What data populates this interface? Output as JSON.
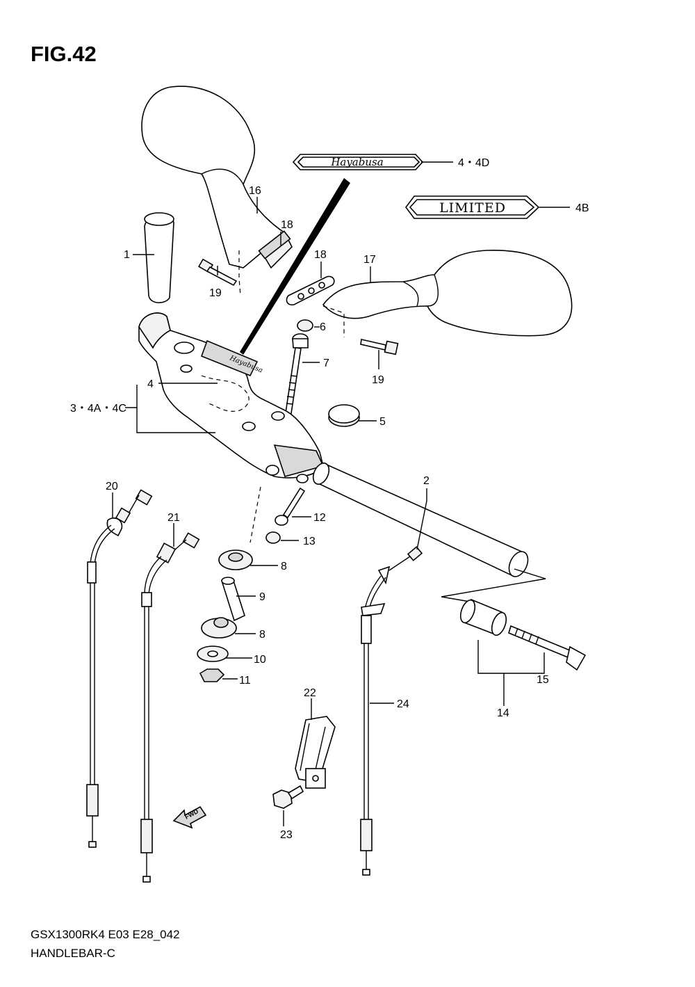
{
  "figure": {
    "title": "FIG.42",
    "model_code": "GSX1300RK4 E03 E28_042",
    "name": "HANDLEBAR-C"
  },
  "decals": {
    "hayabusa_text": "Hayabusa",
    "limited_text": "LIMITED"
  },
  "fwd_arrow": "FWD",
  "callouts": {
    "c1": "1",
    "c2": "2",
    "c3": "3・4A・4C",
    "c4": "4",
    "c4d": "4・4D",
    "c4b": "4B",
    "c5": "5",
    "c6": "6",
    "c7": "7",
    "c8a": "8",
    "c8b": "8",
    "c9": "9",
    "c10": "10",
    "c11": "11",
    "c12": "12",
    "c13": "13",
    "c14": "14",
    "c15": "15",
    "c16": "16",
    "c17": "17",
    "c18a": "18",
    "c18b": "18",
    "c19a": "19",
    "c19b": "19",
    "c20": "20",
    "c21": "21",
    "c22": "22",
    "c23": "23",
    "c24": "24"
  }
}
